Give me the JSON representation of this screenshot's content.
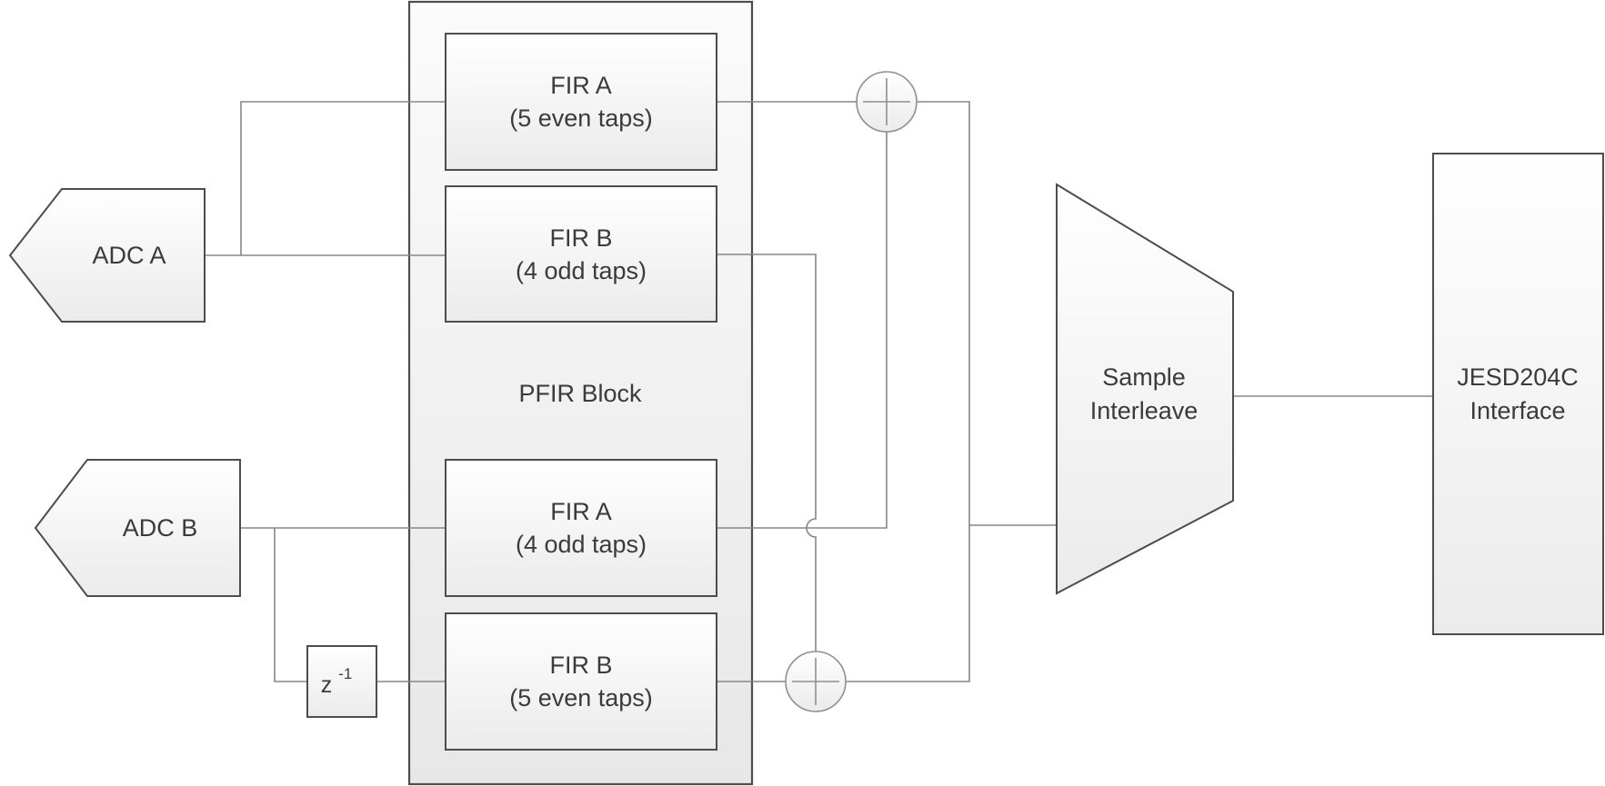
{
  "diagram": {
    "adc_a": {
      "label": "ADC A"
    },
    "adc_b": {
      "label": "ADC B"
    },
    "pfir": {
      "label": "PFIR Block"
    },
    "fir_a_even": {
      "line1": "FIR A",
      "line2": "(5 even taps)"
    },
    "fir_b_odd": {
      "line1": "FIR B",
      "line2": "(4 odd taps)"
    },
    "fir_a_odd": {
      "line1": "FIR A",
      "line2": "(4 odd taps)"
    },
    "fir_b_even": {
      "line1": "FIR B",
      "line2": "(5 even taps)"
    },
    "delay": {
      "base": "z",
      "exponent": "-1"
    },
    "sample_interleave": {
      "line1": "Sample",
      "line2": "Interleave"
    },
    "jesd204c": {
      "line1": "JESD204C",
      "line2": "Interface"
    }
  },
  "colors": {
    "connector": "#878787",
    "shape_border": "#4d4d4d",
    "junction_stroke": "#8f8f8f",
    "text": "#3b3b3b",
    "shape_fill_top": "#ffffff",
    "shape_fill_bottom": "#ebebeb"
  }
}
